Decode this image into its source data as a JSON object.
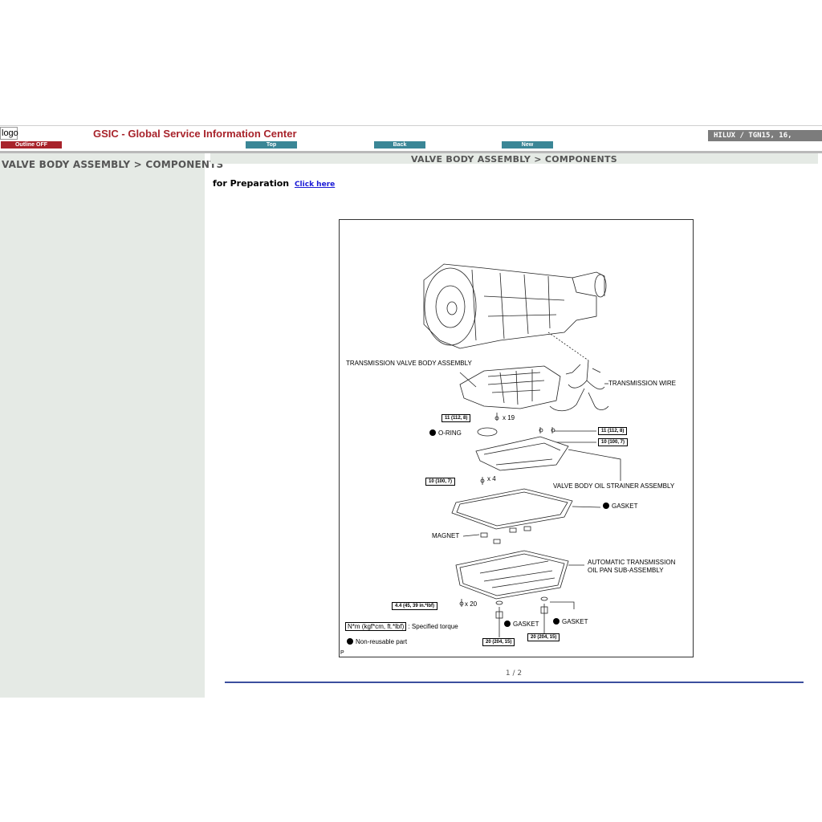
{
  "header": {
    "logo_text": "logo",
    "title": "GSIC - Global Service Information Center",
    "vehicle": "HILUX / TGN15, 16,",
    "nav": {
      "outline": "Outline OFF",
      "top": "Top",
      "back": "Back",
      "new": "New"
    }
  },
  "sidebar": {
    "title": "VALVE BODY ASSEMBLY > COMPONENTS"
  },
  "content": {
    "title": "VALVE BODY ASSEMBLY > COMPONENTS",
    "prep_label": "for Preparation",
    "prep_link": "Click here",
    "page_indicator": "1 / 2"
  },
  "diagram": {
    "labels": {
      "valve_body": "TRANSMISSION VALVE BODY ASSEMBLY",
      "wire": "TRANSMISSION WIRE",
      "oring": "O-RING",
      "strainer": "VALVE BODY OIL STRAINER ASSEMBLY",
      "gasket_pan": "GASKET",
      "magnet": "MAGNET",
      "oil_pan_1": "AUTOMATIC TRANSMISSION",
      "oil_pan_2": "OIL PAN SUB-ASSEMBLY",
      "gasket_plug_1": "GASKET",
      "gasket_plug_2": "GASKET",
      "torque_legend_box": "N*m (kgf*cm, ft.*lbf)",
      "torque_legend_text": ": Specified torque",
      "nonreusable": "Non-reusable part",
      "corner": "P"
    },
    "torques": {
      "valve_body_bolt": "11 (112, 8)",
      "wire_bolt": "11 (112, 8)",
      "wire_bolt_2": "10 (100, 7)",
      "strainer_bolt": "10 (100, 7)",
      "pan_bolt": "4.4 (45, 39 in.*lbf)",
      "plug_1": "20 (204, 15)",
      "plug_2": "20 (204, 15)"
    },
    "quantities": {
      "valve_body_bolts": "x 19",
      "strainer_bolts": "x 4",
      "pan_bolts": "x 20"
    }
  },
  "colors": {
    "brand_red": "#a8232b",
    "nav_teal": "#3a8696",
    "panel_bg": "#e5eae5",
    "link_blue": "#1a1ad6",
    "rule_blue": "#3b4f9e"
  }
}
